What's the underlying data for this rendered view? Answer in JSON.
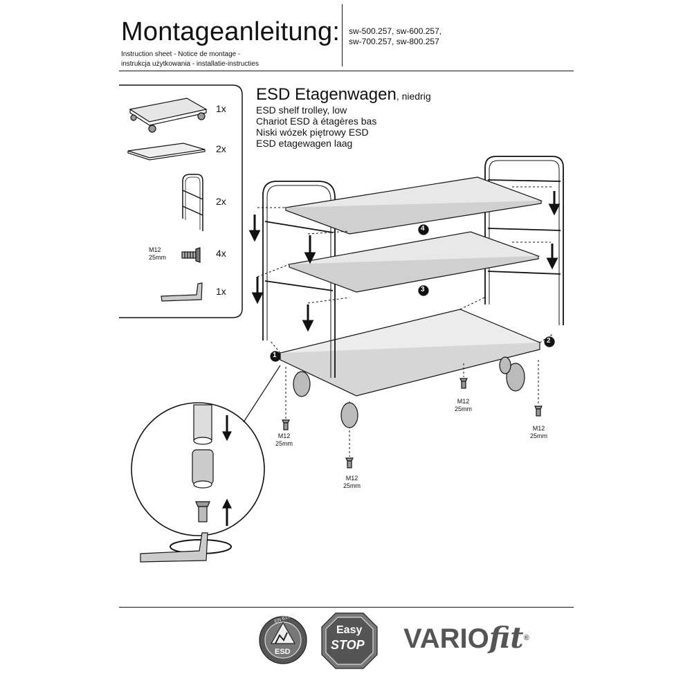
{
  "header": {
    "title": "Montageanleitung:",
    "models": [
      "sw-500.257, sw-600.257,",
      "sw-700.257, sw-800.257"
    ],
    "subtitles": [
      "Instruction sheet - Notice de montage -",
      "instrukcja użytkowania - installatie-instructies"
    ]
  },
  "product": {
    "name": "ESD Etagenwagen",
    "suffix": ", niedrig",
    "translations": [
      "ESD shelf trolley, low",
      "Chariot ESD à étagères bas",
      "Niski wózek piętrowy ESD",
      "ESD etagewagen laag"
    ]
  },
  "parts": [
    {
      "qty": "1x",
      "icon": "trolley-base-icon"
    },
    {
      "qty": "2x",
      "icon": "shelf-panel-icon"
    },
    {
      "qty": "2x",
      "icon": "handle-frame-icon"
    },
    {
      "qty": "4x",
      "icon": "screw-icon",
      "label": [
        "M12",
        "25mm"
      ]
    },
    {
      "qty": "1x",
      "icon": "allen-key-icon"
    }
  ],
  "steps": [
    "1",
    "2",
    "3",
    "4"
  ],
  "screw_labels": [
    [
      "M12",
      "25mm"
    ],
    [
      "M12",
      "25mm"
    ],
    [
      "M12",
      "25mm"
    ],
    [
      "M12",
      "25mm"
    ]
  ],
  "footer": {
    "esd_badge": {
      "ring": "EN 61340",
      "label": "ESD"
    },
    "easystop_badge": {
      "line1": "Easy",
      "line2": "STOP"
    },
    "brand": {
      "text1": "VARIO",
      "text2": "fit",
      "mark": "®"
    }
  }
}
